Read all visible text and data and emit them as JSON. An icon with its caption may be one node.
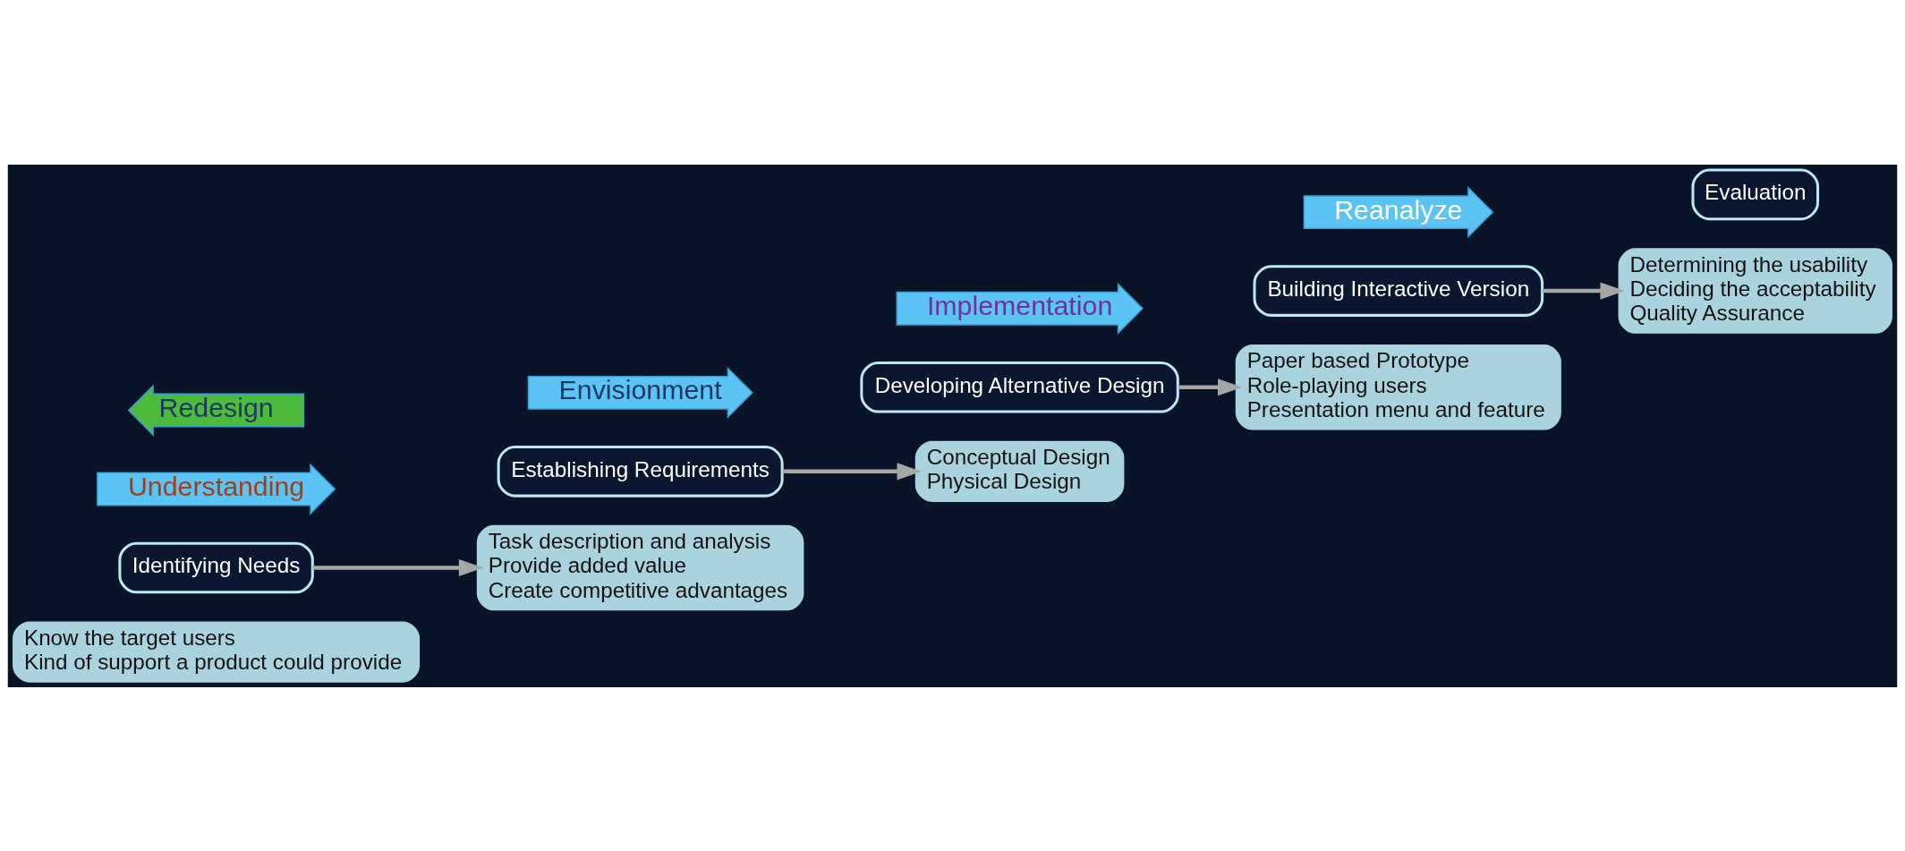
{
  "diagram": {
    "nodes": [
      {
        "text": [
          "Know the target users",
          "Kind of support a product could provide"
        ]
      },
      {
        "text": [
          "Identifying Needs"
        ]
      },
      {
        "text": [
          "Understanding"
        ]
      },
      {
        "text": [
          "Task description and analysis",
          "Provide added value",
          "Create competitive advantages"
        ]
      },
      {
        "text": [
          "Establishing Requirements"
        ]
      },
      {
        "text": [
          "Envisionment"
        ]
      },
      {
        "text": [
          "Conceptual Design",
          "Physical Design"
        ]
      },
      {
        "text": [
          "Developing Alternative Design"
        ]
      },
      {
        "text": [
          "Implementation"
        ]
      },
      {
        "text": [
          "Paper based Prototype",
          "Role-playing users",
          "Presentation menu and feature"
        ]
      },
      {
        "text": [
          "Building Interactive Version"
        ]
      },
      {
        "text": [
          "Reanalyze"
        ]
      },
      {
        "text": [
          "Determining the usability",
          "Deciding the acceptability",
          "Quality Assurance"
        ]
      },
      {
        "text": [
          "Evaluation"
        ]
      },
      {
        "text": [
          "Redesign"
        ]
      }
    ],
    "edges": [
      {
        "from": 1,
        "to": 3,
        "arrow": "to"
      },
      {
        "from": 4,
        "to": 6,
        "arrow": "to"
      },
      {
        "from": 7,
        "to": 9,
        "arrow": "to"
      },
      {
        "from": 10,
        "to": 12,
        "arrow": "to"
      }
    ]
  }
}
